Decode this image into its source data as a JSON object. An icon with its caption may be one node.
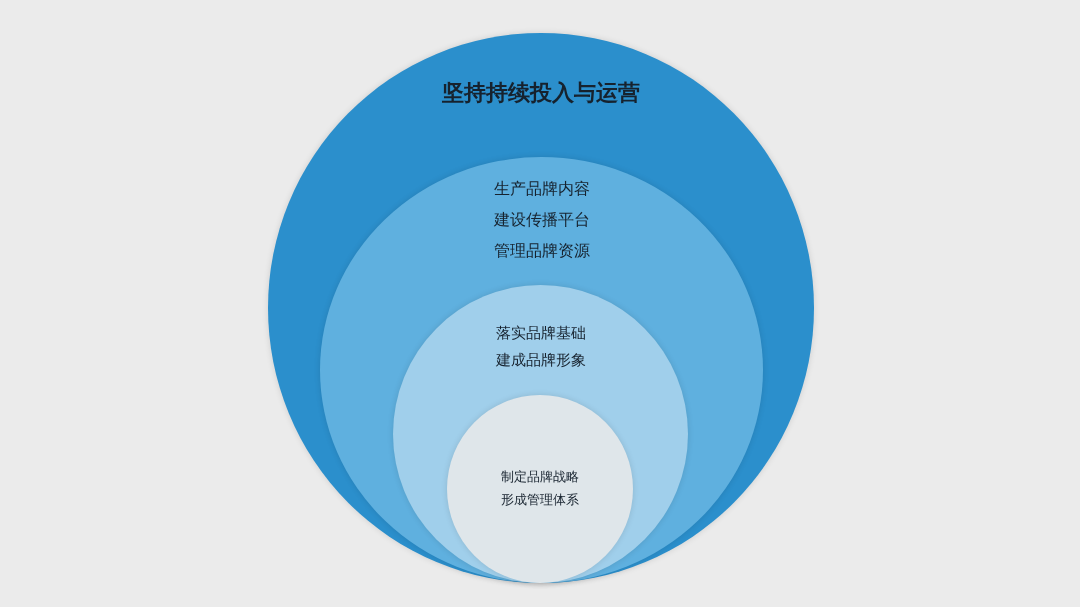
{
  "diagram": {
    "nodes": [
      {
        "text": [
          "坚持持续投入与运营"
        ]
      },
      {
        "text": [
          "生产品牌内容",
          "建设传播平台",
          "管理品牌资源"
        ],
        "in": 0
      },
      {
        "text": [
          "落实品牌基础",
          "建成品牌形象"
        ],
        "in": 1
      },
      {
        "text": [
          "制定品牌战略",
          "形成管理体系"
        ],
        "in": 2
      }
    ]
  }
}
